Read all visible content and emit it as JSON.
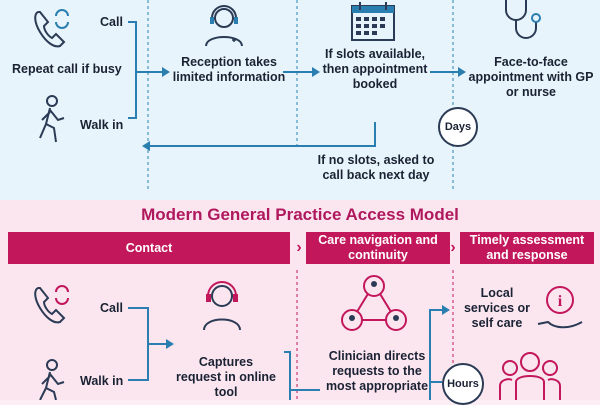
{
  "top": {
    "call_label": "Call",
    "repeat_label": "Repeat call if busy",
    "walk_label": "Walk in",
    "reception_label": "Reception takes limited information",
    "slots_label": "If slots available, then appointment booked",
    "f2f_label": "Face-to-face appointment with GP or nurse",
    "days_label": "Days",
    "noslots_label": "If no slots, asked to call back next day"
  },
  "bottom": {
    "title": "Modern General Practice Access Model",
    "bands": [
      "Contact",
      "Care navigation and continuity",
      "Timely assessment and response"
    ],
    "call_label": "Call",
    "walk_label": "Walk in",
    "captures_label": "Captures request in online tool",
    "clinician_label": "Clinician directs requests to the most appropriate",
    "local_label": "Local services or self care",
    "hours_label": "Hours"
  },
  "colors": {
    "navy": "#1a2233",
    "blue": "#2a7fb0",
    "magenta": "#c2185b",
    "top_bg": "#e8f4fb",
    "bottom_bg": "#fbe6f0"
  },
  "icons": [
    "phone-icon",
    "walking-person-icon",
    "receptionist-headset-icon",
    "calendar-icon",
    "stethoscope-icon",
    "network-people-icon",
    "hand-info-icon",
    "clinicians-group-icon"
  ]
}
